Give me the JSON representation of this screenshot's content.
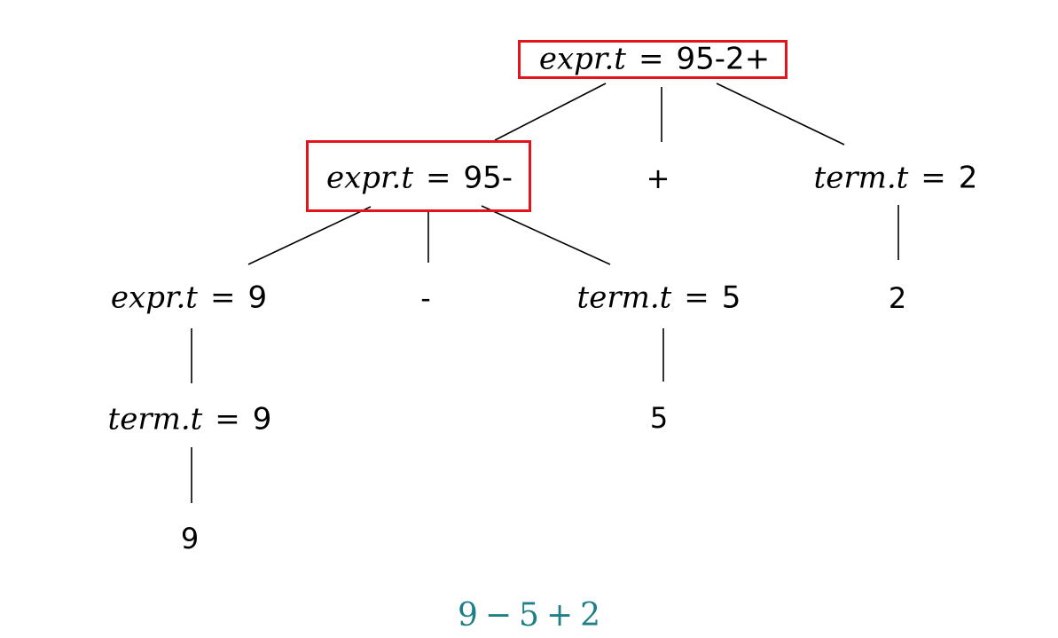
{
  "tree": {
    "root": {
      "attr": "expr.t",
      "eq": "=",
      "value": "95-2+"
    },
    "left": {
      "attr": "expr.t",
      "eq": "=",
      "value": "95-"
    },
    "plus_op": "+",
    "right": {
      "attr": "term.t",
      "eq": "=",
      "value": "2"
    },
    "right_leaf": "2",
    "ll": {
      "attr": "expr.t",
      "eq": "=",
      "value": "9"
    },
    "minus_op": "-",
    "lr": {
      "attr": "term.t",
      "eq": "=",
      "value": "5"
    },
    "lr_leaf": "5",
    "lll": {
      "attr": "term.t",
      "eq": "=",
      "value": "9"
    },
    "lll_leaf": "9"
  },
  "caption": {
    "a": "9",
    "op1": "−",
    "b": "5",
    "op2": "+",
    "c": "2"
  },
  "colors": {
    "highlight": "#e4141c",
    "caption": "#1f7f86",
    "edges": "#000000"
  }
}
